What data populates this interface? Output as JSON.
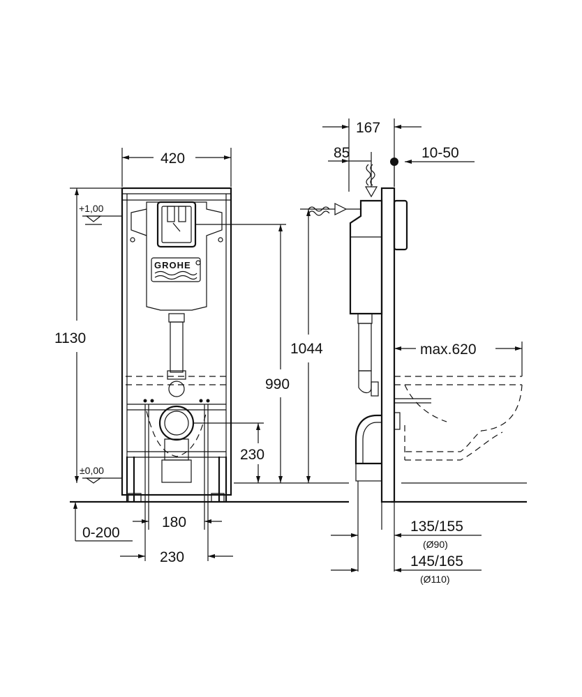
{
  "brand": {
    "logo_text": "GROHE"
  },
  "front_view": {
    "width": "420",
    "height": "1130",
    "level_top": "+1,00",
    "level_zero": "±0,00",
    "flush_height": "990",
    "drain_height": "230",
    "foot_range": "0-200",
    "bolt_spacing": "180",
    "drain_width": "230"
  },
  "side_view": {
    "depth": "167",
    "inlet_offset": "85",
    "wall_gap": "10-50",
    "total_height": "1044",
    "bowl_max": "max.620",
    "drain_90": "135/155",
    "drain_90_note": "(Ø90)",
    "drain_110": "145/165",
    "drain_110_note": "(Ø110)"
  }
}
